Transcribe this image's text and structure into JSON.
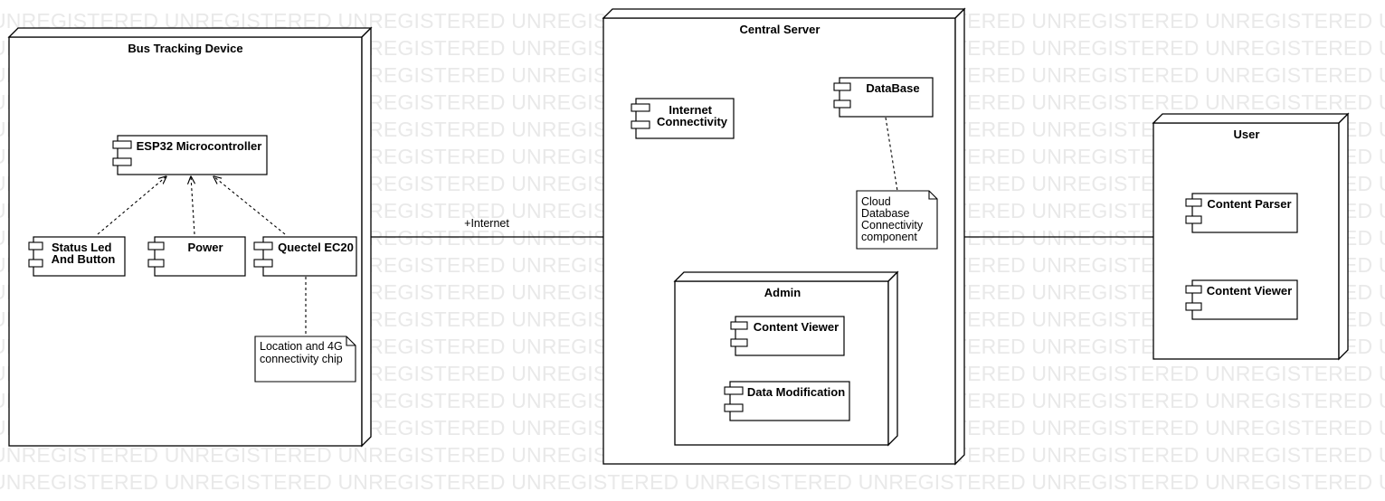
{
  "watermark": {
    "text": "UNREGISTERED"
  },
  "nodes": {
    "bus_tracking_device": {
      "title": "Bus Tracking Device",
      "components": {
        "esp32": [
          "ESP32 Microcontroller"
        ],
        "status_led": [
          "Status Led",
          "And Button"
        ],
        "power": [
          "Power"
        ],
        "quectel": [
          "Quectel EC20"
        ]
      },
      "note": [
        "Location and 4G",
        "connectivity chip"
      ]
    },
    "central_server": {
      "title": "Central Server",
      "components": {
        "internet": [
          "Internet",
          "Connectivity"
        ],
        "database": [
          "DataBase"
        ]
      },
      "note": [
        "Cloud",
        "Database",
        "Connectivity",
        "component"
      ],
      "admin": {
        "title": "Admin",
        "components": {
          "content_viewer": [
            "Content Viewer"
          ],
          "data_modification": [
            "Data Modification"
          ]
        }
      }
    },
    "user": {
      "title": "User",
      "components": {
        "content_parser": [
          "Content Parser"
        ],
        "content_viewer": [
          "Content Viewer"
        ]
      }
    }
  },
  "connections": {
    "device_server_label": "+Internet"
  }
}
